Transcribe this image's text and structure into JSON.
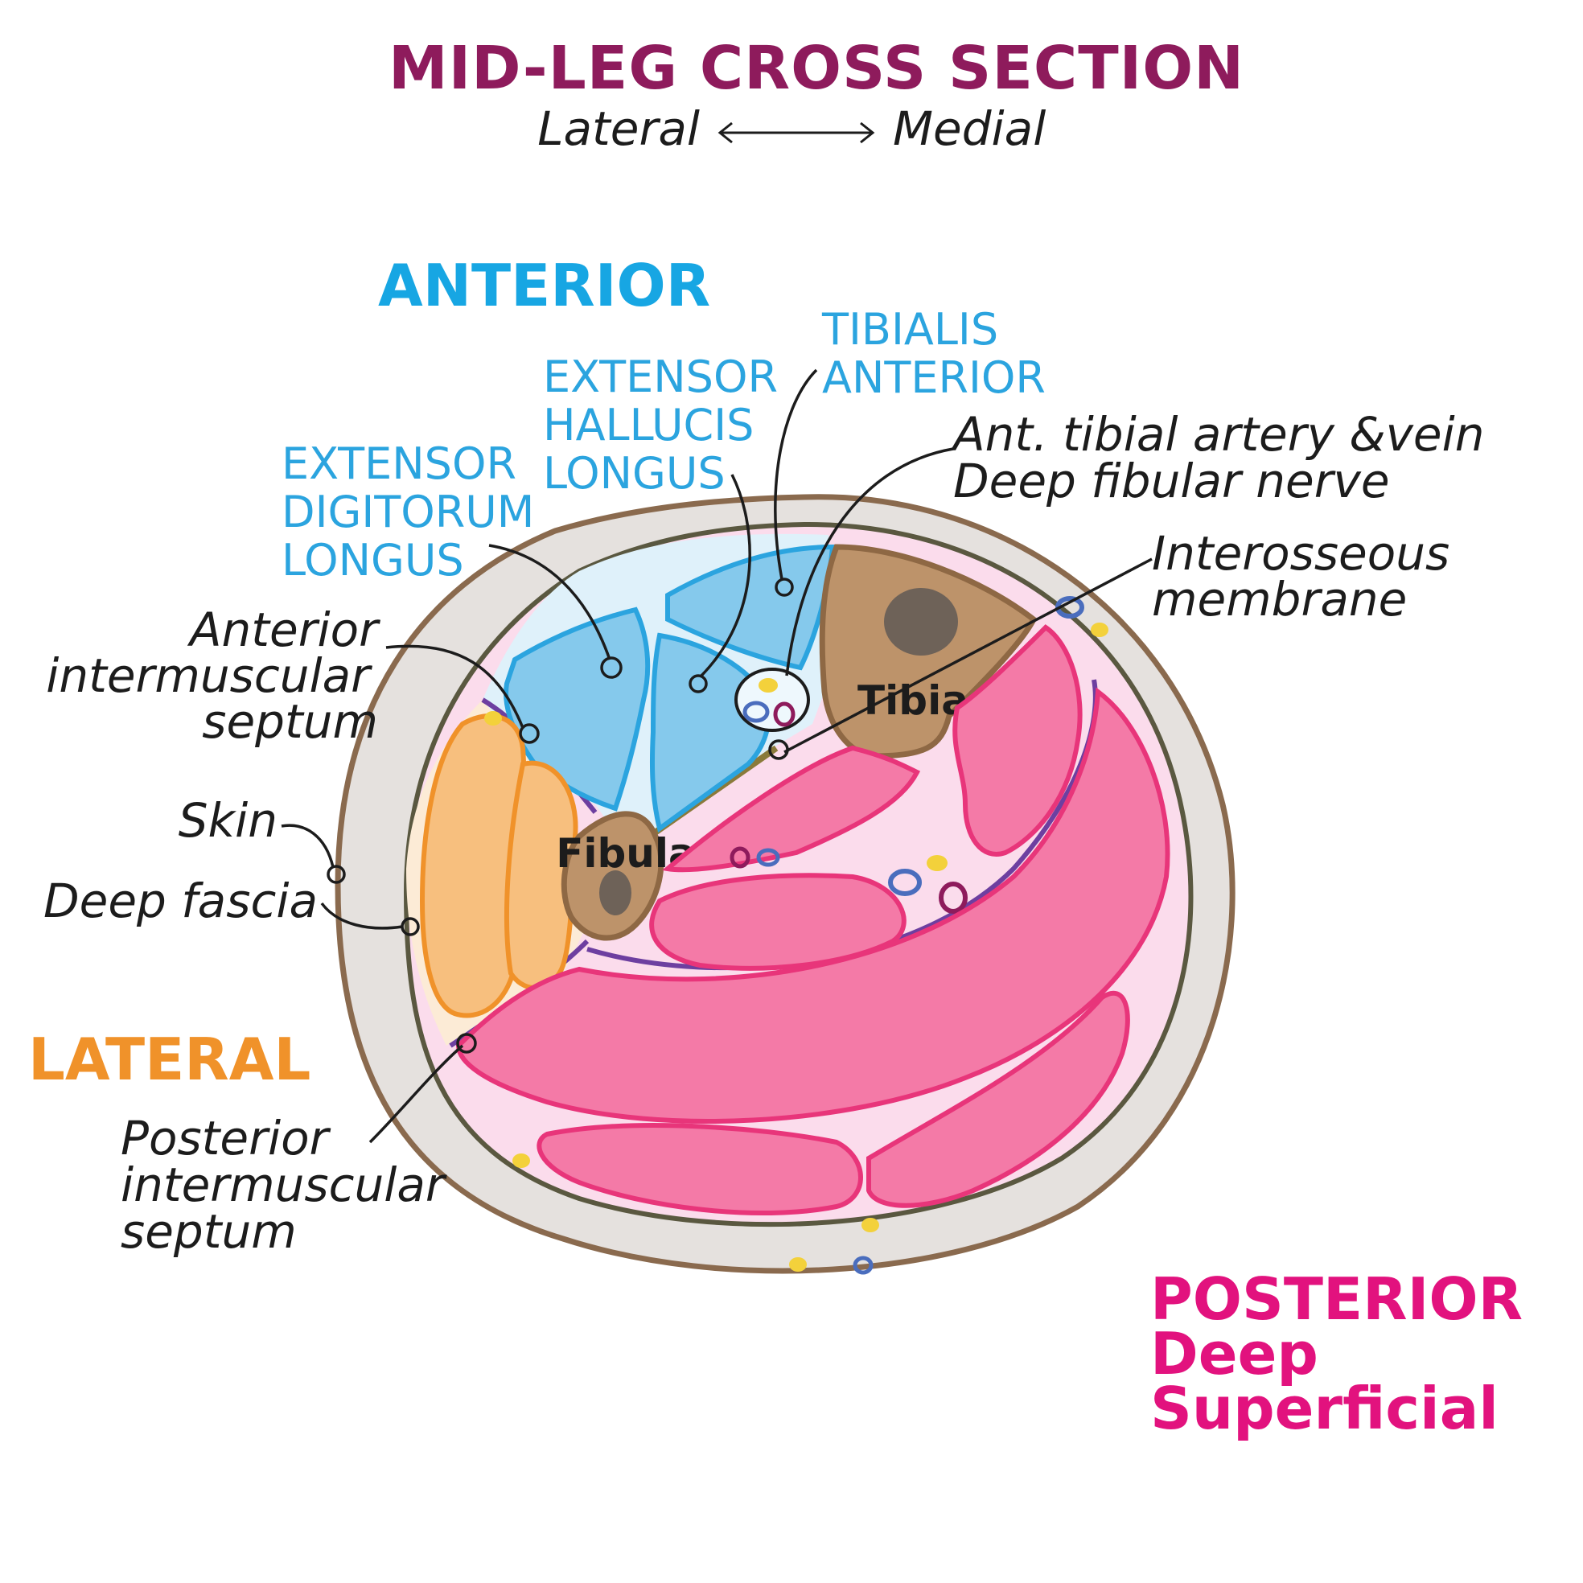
{
  "title": "MID-LEG CROSS SECTION",
  "orientation": {
    "left": "Lateral",
    "right": "Medial"
  },
  "regions": {
    "anterior": "ANTERIOR",
    "lateral": "LATERAL",
    "posterior": "POSTERIOR",
    "posterior_deep": "Deep",
    "posterior_superficial": "Superficial"
  },
  "muscles": {
    "tibialis_anterior": [
      "TIBIALIS",
      "ANTERIOR"
    ],
    "extensor_hallucis_longus": [
      "EXTENSOR",
      "HALLUCIS",
      "LONGUS"
    ],
    "extensor_digitorum_longus": [
      "EXTENSOR",
      "DIGITORUM",
      "LONGUS"
    ]
  },
  "labels": {
    "neurovascular": [
      "Ant. tibial artery &vein",
      "Deep fibular nerve"
    ],
    "interosseous": [
      "Interosseous",
      "membrane"
    ],
    "anterior_septum": [
      "Anterior",
      "intermuscular",
      "septum"
    ],
    "skin": "Skin",
    "deep_fascia": "Deep fascia",
    "posterior_septum": [
      "Posterior",
      "intermuscular",
      "septum"
    ]
  },
  "bones": {
    "tibia": "Tibia",
    "fibula": "Fibula"
  },
  "colors": {
    "title": "#8e1b5c",
    "anterior": "#17a6e3",
    "anterior_muscle_fill": "#85c9ec",
    "anterior_muscle_stroke": "#2ba4df",
    "anterior_compartment": "#dff1fa",
    "lateral": "#f0922a",
    "lateral_muscle_fill": "#f7bf7e",
    "lateral_compartment": "#fcebd6",
    "posterior": "#e2127e",
    "posterior_muscle_fill": "#f47aa7",
    "posterior_muscle_stroke": "#e8357a",
    "posterior_compartment": "#fbdcec",
    "skin_fill": "#e5e1de",
    "skin_stroke": "#8a6a4e",
    "fascia": "#5a5840",
    "bone_fill": "#bd936a",
    "bone_stroke": "#8e6844",
    "marrow": "#6e6258",
    "text": "#1c1c1c"
  }
}
